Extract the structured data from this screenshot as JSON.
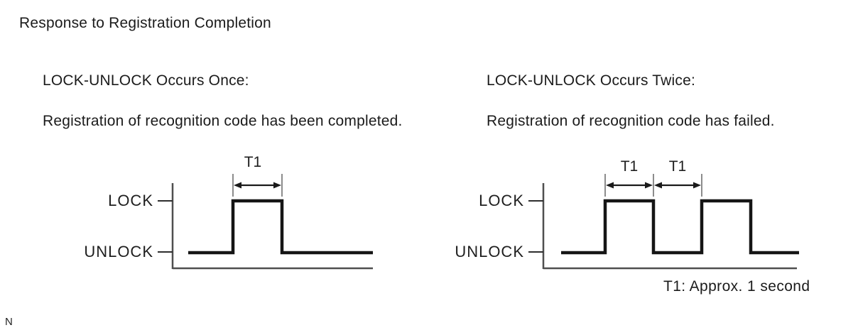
{
  "page": {
    "title": "Response to Registration Completion",
    "corner_marker": "N"
  },
  "sections": {
    "left": {
      "heading": "LOCK-UNLOCK Occurs Once:",
      "description": "Registration of recognition code has been completed.",
      "diagram": {
        "type": "timing-waveform",
        "high_label": "LOCK",
        "low_label": "UNLOCK",
        "pulse_count": 1,
        "t1_labels": [
          "T1"
        ],
        "sequence": [
          "UNLOCK",
          "LOCK (T1)",
          "UNLOCK"
        ]
      }
    },
    "right": {
      "heading": "LOCK-UNLOCK Occurs Twice:",
      "description": "Registration of recognition code has failed.",
      "diagram": {
        "type": "timing-waveform",
        "high_label": "LOCK",
        "low_label": "UNLOCK",
        "pulse_count": 2,
        "t1_labels": [
          "T1",
          "T1"
        ],
        "sequence": [
          "UNLOCK",
          "LOCK (T1)",
          "UNLOCK (T1)",
          "LOCK",
          "UNLOCK"
        ]
      }
    }
  },
  "note": "T1: Approx. 1 second",
  "colors": {
    "background": "#ffffff",
    "text": "#1b1b1b",
    "waveform": "#151515",
    "axis": "#4f4f4f",
    "dimension_line": "#8c8c8c"
  }
}
